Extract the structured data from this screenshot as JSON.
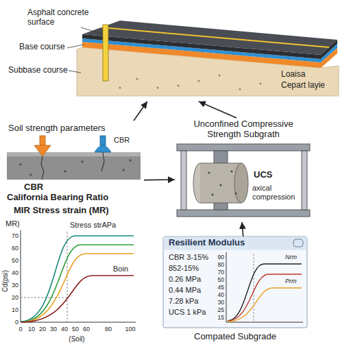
{
  "diagram": {
    "nodes": [
      {
        "text": [
          "Asphalt concrete surface",
          "Base course",
          "Subbase course",
          "Loaisa",
          "Cepart layie"
        ]
      },
      {
        "text": [
          "Soil strength parameters",
          "CBR",
          "CBR",
          "California Bearing Ratio"
        ]
      },
      {
        "text": [
          "Unconfined Compressive Strength Subgrath",
          "UCS",
          "axical compression"
        ]
      },
      {
        "text": [
          "MIR Stress strain (MR)"
        ]
      },
      {
        "text": [
          "Resilient Modulus",
          "CBR 3-15%",
          "852-15%",
          "0.26 MPa",
          "0.44 MPa",
          "7.28 kPa",
          "UCS 1 kPa",
          "Compated Subgrade"
        ]
      }
    ],
    "edges": [
      {
        "from": 1,
        "to": 0,
        "arrow": "to"
      },
      {
        "from": 2,
        "to": 0,
        "arrow": "to"
      },
      {
        "from": 1,
        "to": 2,
        "arrow": "to"
      },
      {
        "from": 4,
        "to": 2,
        "arrow": "to"
      }
    ],
    "labels": [
      "MR)",
      "Stress strAPa",
      "Boin",
      "Cd(psi)",
      "70",
      "60",
      "50",
      "40",
      "30",
      "20",
      "10",
      "0",
      "0",
      "10",
      "20",
      "30",
      "40",
      "50",
      "60",
      "80",
      "100",
      "(Soil)",
      "90",
      "80",
      "70",
      "50",
      "45",
      "40",
      "30",
      "25",
      "15",
      "Nrm",
      "Prm"
    ]
  }
}
